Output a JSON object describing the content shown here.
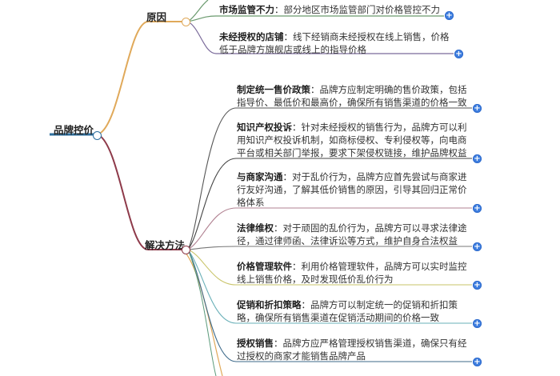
{
  "root": {
    "label": "品牌控价",
    "color": "#2e6f9e"
  },
  "branches": [
    {
      "label": "原因",
      "color": "#e0a95a",
      "children": [
        {
          "title": "市场监管不力",
          "sep": "：",
          "lines": [
            "部分地区市场监管部门对价格管控不力"
          ],
          "color": "#6a9a6e"
        },
        {
          "title": "未经授权的店铺",
          "sep": "：",
          "lines": [
            "线下经销商未经授权在线上销售，价格",
            "低于品牌方旗舰店或线上的指导价格"
          ],
          "color": "#7a6a9a"
        }
      ]
    },
    {
      "label": "解决方法",
      "color": "#8e3a4a",
      "children": [
        {
          "title": "制定统一售价政策",
          "sep": "：",
          "lines": [
            "品牌方应制定明确的售价政策，包括",
            "指导价、最低价和最高价，确保所有销售渠道的价格一致"
          ],
          "color": "#555555"
        },
        {
          "title": "知识产权投诉",
          "sep": "：",
          "lines": [
            "针对未经授权的销售行为，品牌方可以利",
            "用知识产权投诉机制，如商标侵权、专利侵权等，向电商",
            "平台或相关部门举报，要求下架侵权链接，维护品牌权益"
          ],
          "color": "#444444"
        },
        {
          "title": "与商家沟通",
          "sep": "：",
          "lines": [
            "对于乱价行为，品牌方应首先尝试与商家进",
            "行友好沟通，了解其低价销售的原因，引导其回归正常价",
            "格体系"
          ],
          "color": "#b08090"
        },
        {
          "title": "法律维权",
          "sep": "：",
          "lines": [
            "对于顽固的乱价行为，品牌方可以寻求法律途",
            "径，通过律师函、法律诉讼等方式，维护自身合法权益"
          ],
          "color": "#777777"
        },
        {
          "title": "价格管理软件",
          "sep": "：",
          "lines": [
            "利用价格管理软件，品牌方可以实时监控",
            "线上销售价格，及时发现低价乱价行为"
          ],
          "color": "#c9c46a"
        },
        {
          "title": "促销和折扣策略",
          "sep": "：",
          "lines": [
            "品牌方可以制定统一的促销和折扣策",
            "略，确保所有销售渠道在促销活动期间的价格一致"
          ],
          "color": "#6ab0b8"
        },
        {
          "title": "授权销售",
          "sep": "：",
          "lines": [
            "品牌方应严格管理授权销售渠道，确保只有经",
            "过授权的商家才能销售品牌产品"
          ],
          "color": "#3d6a8a"
        }
      ]
    }
  ],
  "icons": {
    "expand": "+"
  }
}
